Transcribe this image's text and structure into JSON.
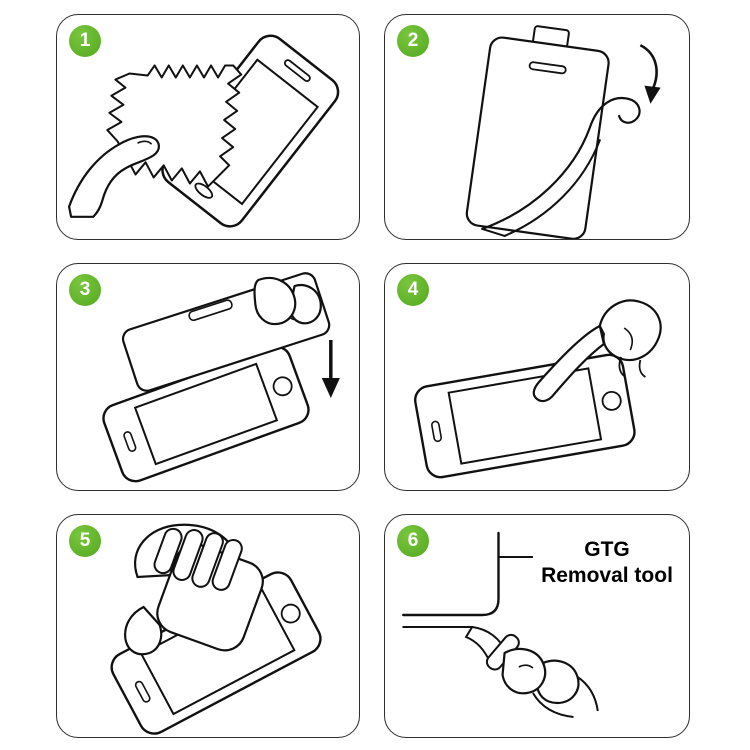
{
  "colors": {
    "badge_green": "#5bb32c",
    "line": "#111111",
    "panel_border": "#2e2e2e",
    "background": "#ffffff"
  },
  "panels": [
    {
      "number": "1"
    },
    {
      "number": "2"
    },
    {
      "number": "3"
    },
    {
      "number": "4"
    },
    {
      "number": "5"
    },
    {
      "number": "6",
      "label_line1": "GTG",
      "label_line2": "Removal tool"
    }
  ]
}
